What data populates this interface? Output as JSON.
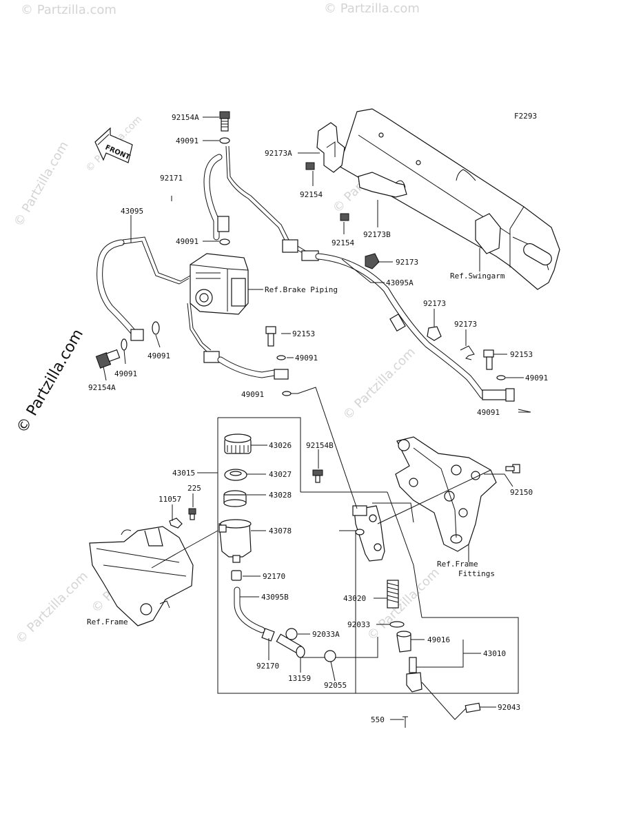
{
  "figure_code": "F2293",
  "front_marker": "FRONT",
  "watermarks": {
    "large": "© Partzilla.com",
    "small": "© Partzilla.com"
  },
  "references": {
    "brake_piping": "Ref.Brake Piping",
    "swingarm": "Ref.Swingarm",
    "frame_fittings_1": "Ref.Frame",
    "frame_fittings_2": "Fittings",
    "frame": "Ref.Frame"
  },
  "part_labels": {
    "p92154A_top": "92154A",
    "p49091_top": "49091",
    "p92171": "92171",
    "p43095": "43095",
    "p49091_mid": "49091",
    "p49091_abs": "49091",
    "p49091_left": "49091",
    "p92154A_left": "92154A",
    "p92173A": "92173A",
    "p92154_a": "92154",
    "p92154_b": "92154",
    "p92173B": "92173B",
    "p92173_a": "92173",
    "p43095A": "43095A",
    "p92173_b": "92173",
    "p92173_c": "92173",
    "p92153_a": "92153",
    "p49091_b": "49091",
    "p49091_c": "49091",
    "p92153_b": "92153",
    "p49091_d": "49091",
    "p49091_e": "49091",
    "p43026": "43026",
    "p92154B": "92154B",
    "p43015": "43015",
    "p43027": "43027",
    "p225": "225",
    "p11057": "11057",
    "p43028": "43028",
    "p43078": "43078",
    "p92170_a": "92170",
    "p43095B": "43095B",
    "p92033A": "92033A",
    "p92170_b": "92170",
    "p13159": "13159",
    "p92055": "92055",
    "p92150": "92150",
    "p43020": "43020",
    "p92033": "92033",
    "p49016": "49016",
    "p43010": "43010",
    "p92043": "92043",
    "p550": "550"
  }
}
